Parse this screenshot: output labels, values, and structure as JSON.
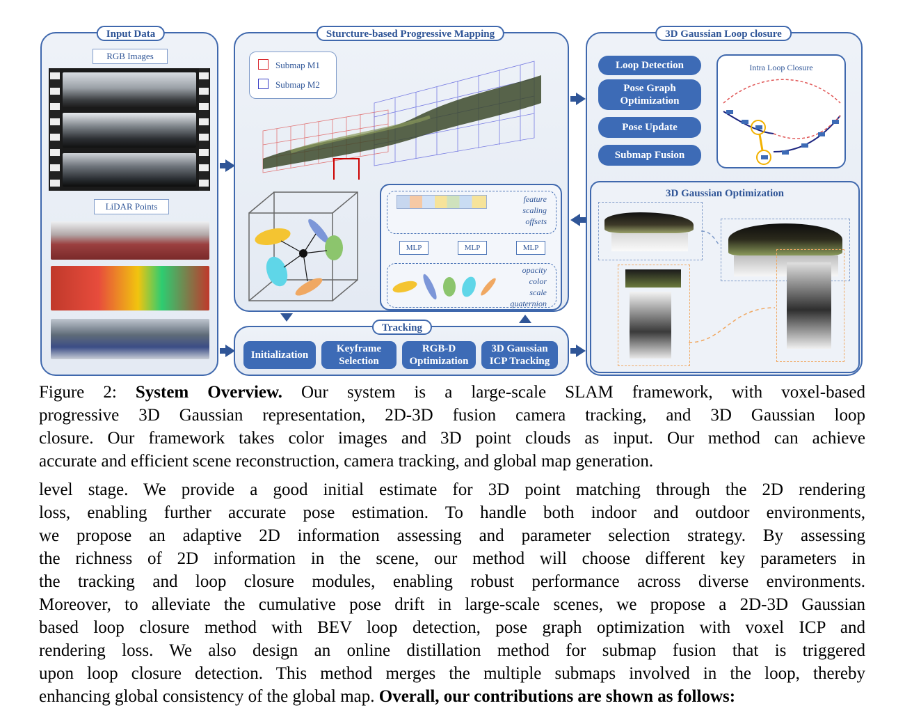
{
  "panels": {
    "input": {
      "title": "Input Data",
      "rgb_label": "RGB Images",
      "lidar_label": "LiDAR Points"
    },
    "mapping": {
      "title": "Sturcture-based Progressive Mapping",
      "legend": [
        "Submap M1",
        "Submap M2"
      ],
      "feature_text": [
        "feature",
        "scaling",
        "offsets"
      ],
      "mlp_label": "MLP",
      "gaussian_attrs": [
        "opacity",
        "color",
        "scale",
        "quaternion"
      ]
    },
    "tracking": {
      "title": "Tracking",
      "buttons": [
        "Initialization",
        "Keyframe Selection",
        "RGB-D Optimization",
        "3D Gaussian ICP Tracking"
      ]
    },
    "loop": {
      "title": "3D Gaussian Loop closure",
      "buttons": [
        "Loop Detection",
        "Pose Graph Optimization",
        "Pose Update",
        "Submap Fusion"
      ],
      "intra_label": "Intra Loop Closure"
    },
    "optimization": {
      "title": "3D Gaussian Optimization"
    }
  },
  "caption": {
    "prefix": "Figure 2: ",
    "bold": "System Overview.",
    "lines": [
      "Our system is a large-scale SLAM framework, with voxel-based",
      "progressive 3D Gaussian representation, 2D-3D fusion camera tracking, and 3D Gaussian loop",
      "closure. Our framework takes color images and 3D point clouds as input. Our method can achieve",
      "accurate and efficient scene reconstruction, camera tracking, and global map generation."
    ]
  },
  "body": {
    "lines": [
      "level stage. We provide a good initial estimate for 3D point matching through the 2D rendering",
      "loss, enabling further accurate pose estimation. To handle both indoor and outdoor environments,",
      "we propose an adaptive 2D information assessing and parameter selection strategy. By assessing",
      "the richness of 2D information in the scene, our method will choose different key parameters in",
      "the tracking and loop closure modules, enabling robust performance across diverse environments.",
      "Moreover, to alleviate the cumulative pose drift in large-scale scenes, we propose a 2D-3D Gaussian",
      "based loop closure method with BEV loop detection, pose graph optimization with voxel ICP and",
      "rendering loss. We also design an online distillation method for submap fusion that is triggered",
      "upon loop closure detection. This method merges the multiple submaps involved in the loop, thereby"
    ],
    "last_plain": "enhancing global consistency of the global map. ",
    "last_bold": "Overall, our contributions are shown as follows:"
  }
}
